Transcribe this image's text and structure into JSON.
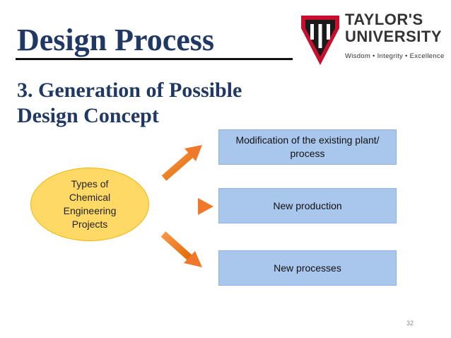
{
  "slide": {
    "title": "Design Process",
    "subtitle_lines": [
      "3. Generation of Possible",
      "Design Concept"
    ],
    "page_number": "32"
  },
  "logo": {
    "name_line1": "TAYLOR'S",
    "name_line2": "UNIVERSITY",
    "tagline": "Wisdom • Integrity • Excellence",
    "colors": {
      "red": "#c8102e",
      "dark": "#1a1a1a"
    }
  },
  "diagram": {
    "source_label": "Types of\nChemical\nEngineering\nProjects",
    "targets": [
      "Modification of the existing plant/ process",
      "New production",
      "New processes"
    ],
    "colors": {
      "ellipse_fill": "#ffd966",
      "box_fill": "#a9c6ec",
      "arrow": "#f47b20"
    }
  }
}
